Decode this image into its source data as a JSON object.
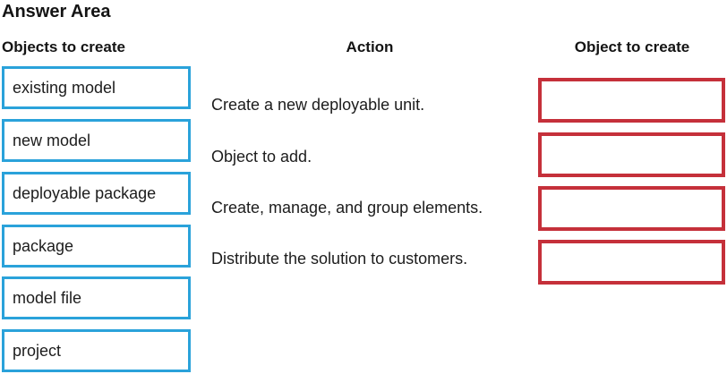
{
  "page": {
    "title": "Answer Area"
  },
  "colors": {
    "source_border": "#2aa2da",
    "target_border": "#c5303a"
  },
  "objects_column": {
    "header": "Objects to create",
    "items": [
      {
        "label": "existing model"
      },
      {
        "label": "new model"
      },
      {
        "label": "deployable package"
      },
      {
        "label": "package"
      },
      {
        "label": "model file"
      },
      {
        "label": "project"
      }
    ]
  },
  "action_column": {
    "header": "Action",
    "items": [
      {
        "label": "Create a new deployable unit."
      },
      {
        "label": "Object to add."
      },
      {
        "label": "Create, manage, and group elements."
      },
      {
        "label": "Distribute the solution to customers."
      }
    ]
  },
  "target_column": {
    "header": "Object to create",
    "slots": [
      {
        "value": ""
      },
      {
        "value": ""
      },
      {
        "value": ""
      },
      {
        "value": ""
      }
    ]
  }
}
